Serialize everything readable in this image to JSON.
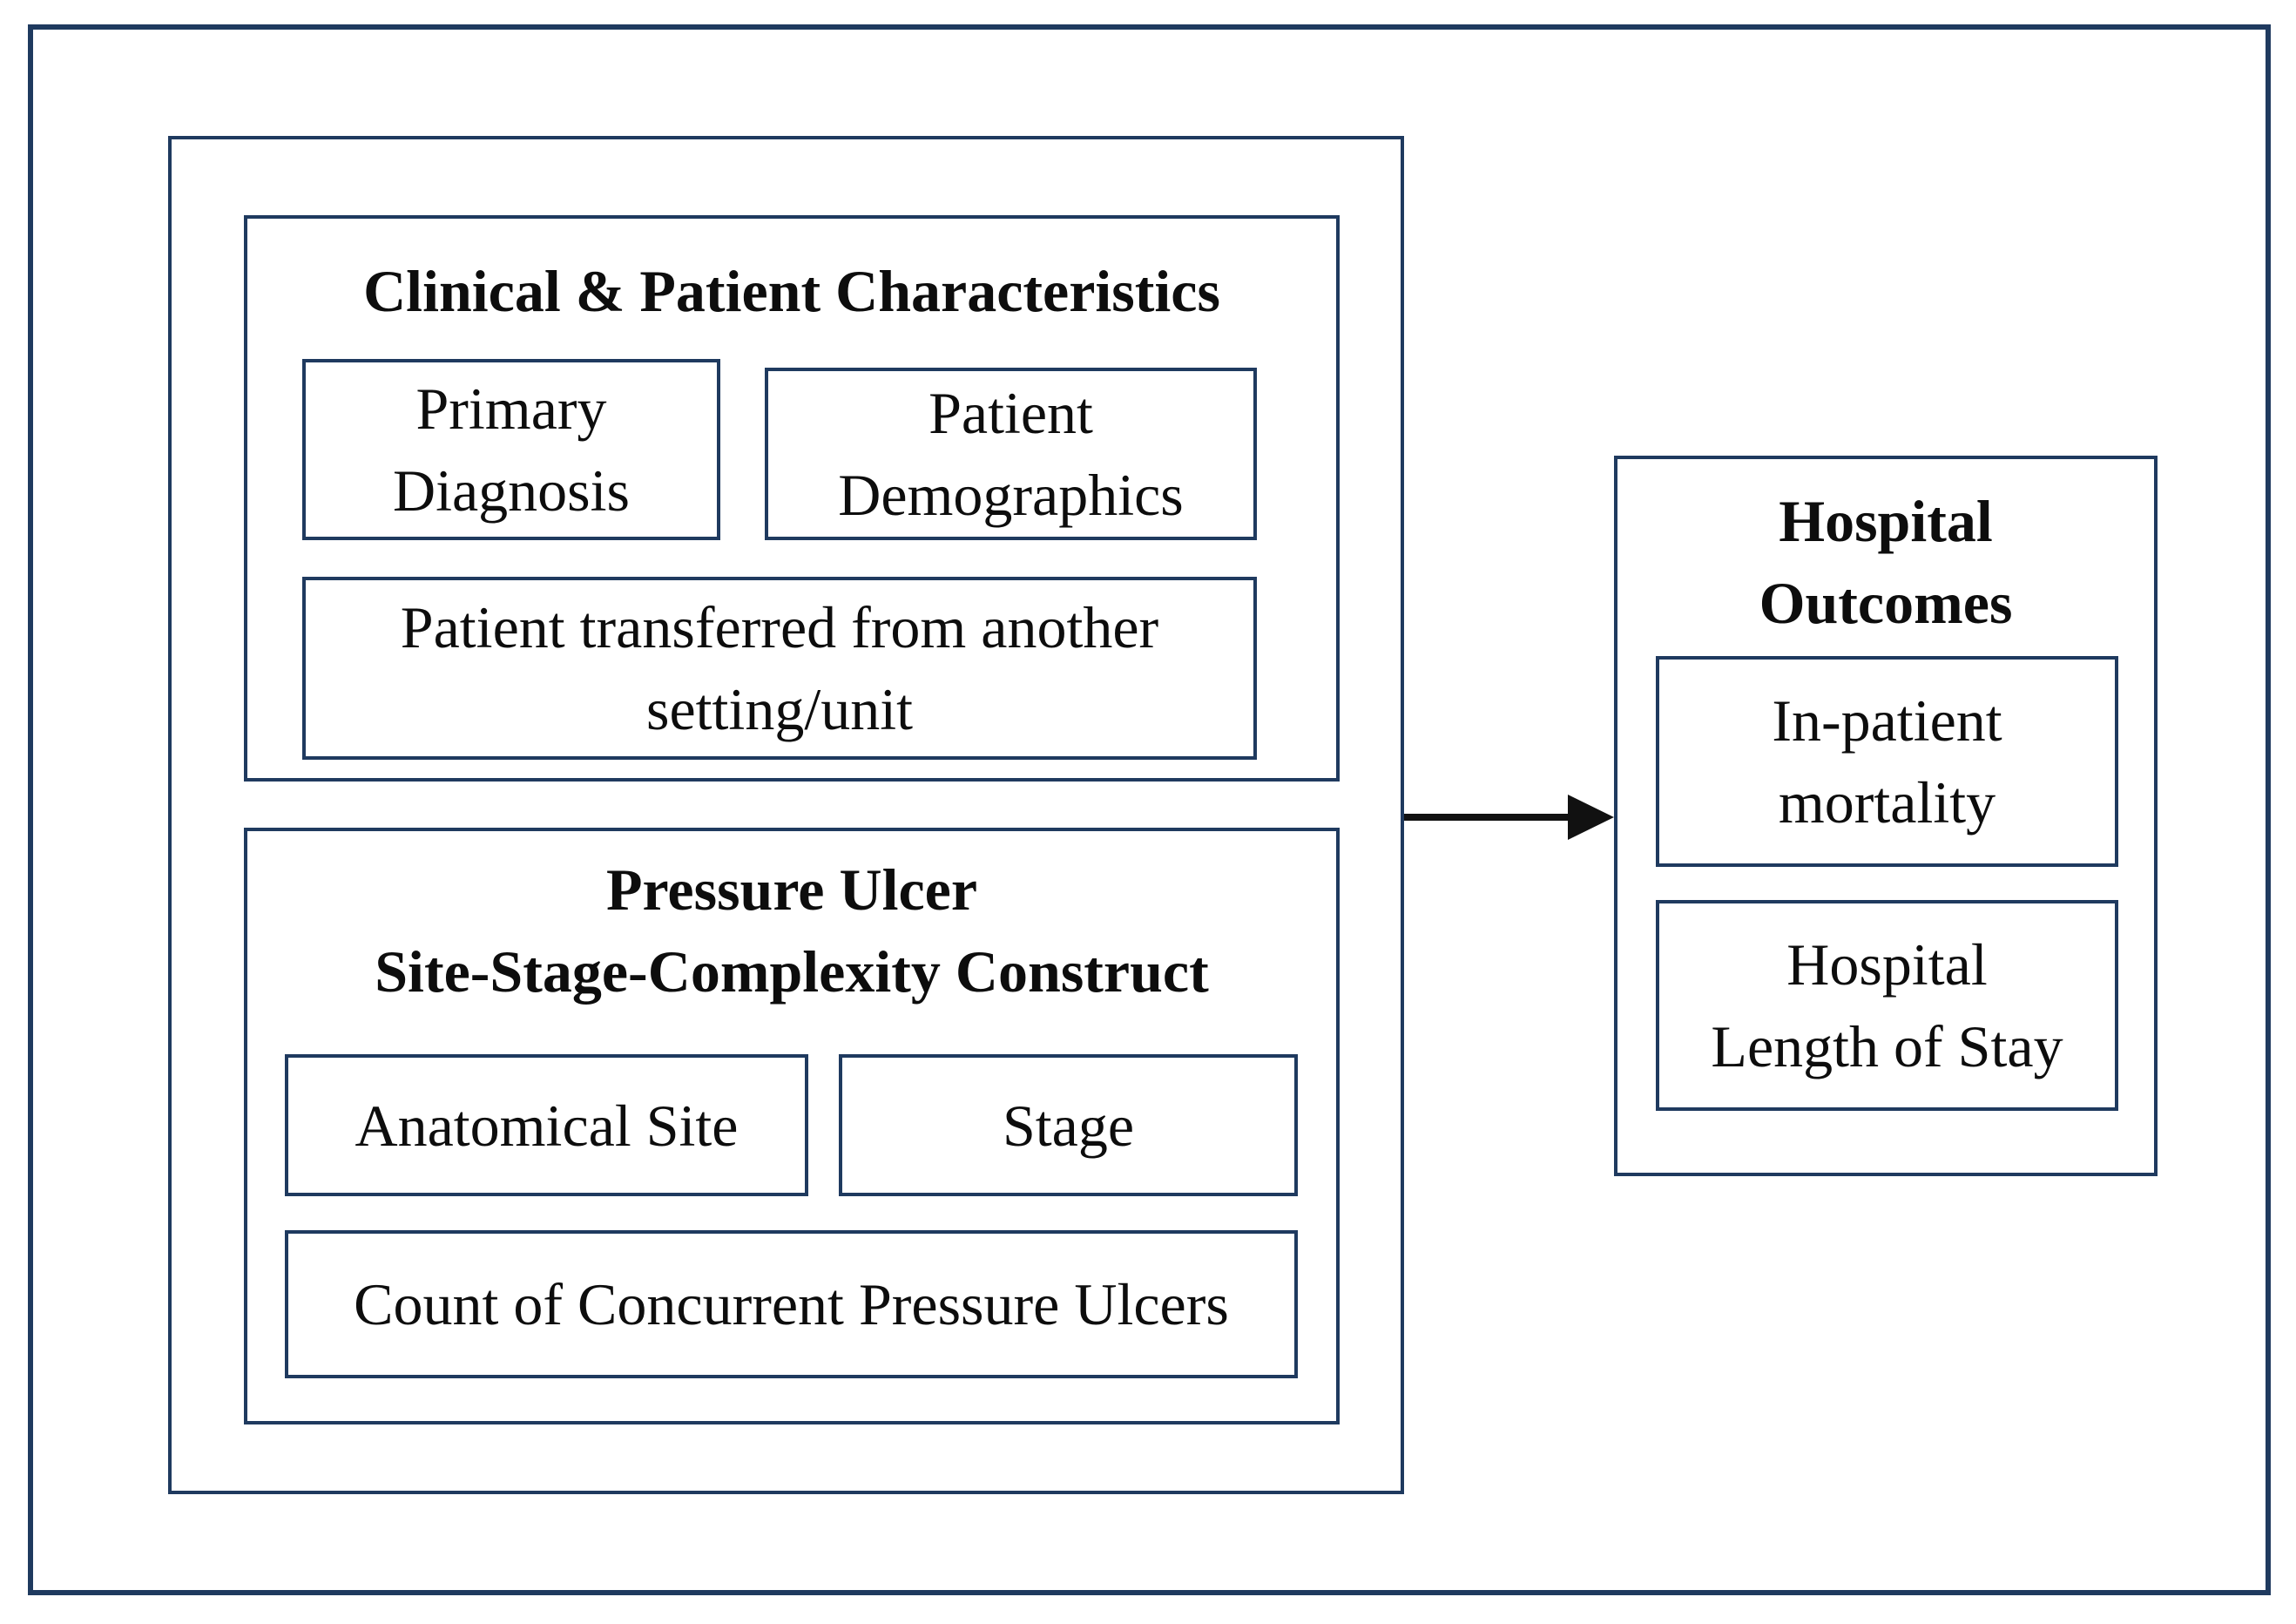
{
  "theme": {
    "border_color": "#1f3a5f",
    "background": "#ffffff",
    "text_color": "#0d0d0d",
    "arrow_color": "#111111"
  },
  "diagram": {
    "clinical_section": {
      "title": "Clinical & Patient Characteristics",
      "primary_diagnosis": "Primary\nDiagnosis",
      "patient_demographics": "Patient\nDemographics",
      "patient_transferred": "Patient transferred from another\nsetting/unit"
    },
    "pressure_section": {
      "title": "Pressure Ulcer\nSite-Stage-Complexity Construct",
      "anatomical_site": "Anatomical Site",
      "stage": "Stage",
      "concurrent_count": "Count of Concurrent Pressure Ulcers"
    },
    "outcomes_section": {
      "title": "Hospital\nOutcomes",
      "inpatient_mortality": "In-patient\nmortality",
      "hospital_los": "Hospital\nLength of Stay"
    },
    "arrow": {
      "direction": "right"
    }
  }
}
